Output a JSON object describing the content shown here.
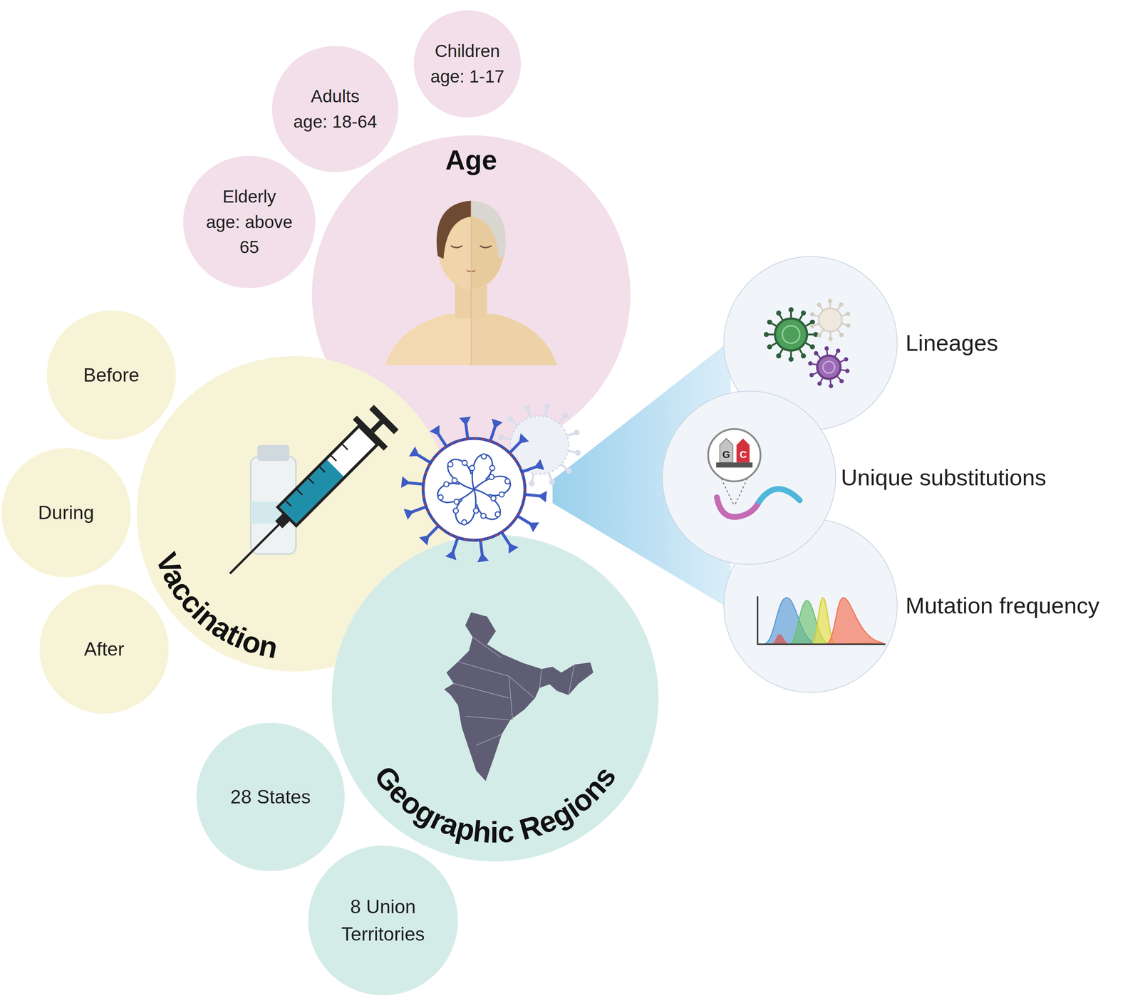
{
  "diagram": {
    "nodes": [
      {
        "text": [
          "Children",
          "age: 1-17"
        ]
      },
      {
        "text": [
          "Adults",
          "age: 18-64"
        ]
      },
      {
        "text": [
          "Elderly",
          "age: above 65"
        ]
      },
      {
        "text": [
          "Age"
        ]
      },
      {
        "text": [
          "Before"
        ]
      },
      {
        "text": [
          "During"
        ]
      },
      {
        "text": [
          "After"
        ]
      },
      {
        "text": [
          "Vaccination"
        ]
      },
      {
        "text": [
          "Lineages"
        ]
      },
      {
        "text": [
          "Unique substitutions"
        ]
      },
      {
        "text": [
          "Mutation frequency"
        ]
      },
      {
        "text": [
          "Geographic Regions"
        ]
      },
      {
        "text": [
          "28 States"
        ]
      },
      {
        "text": [
          "8 Union Territories"
        ]
      }
    ],
    "labels": [
      "G",
      "C"
    ]
  }
}
